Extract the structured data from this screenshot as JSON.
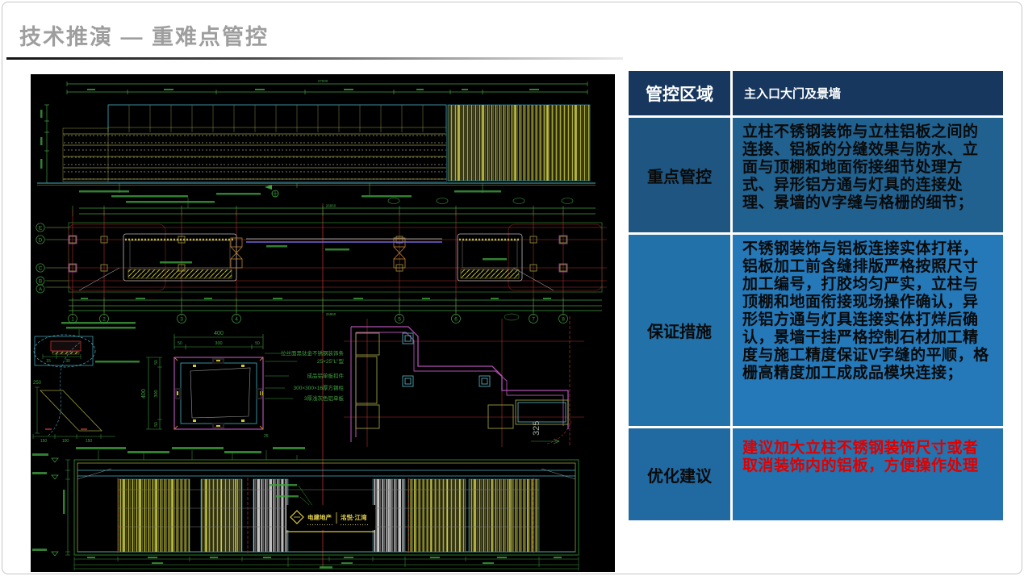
{
  "slide": {
    "title": "技术推演 —  重难点管控"
  },
  "table": {
    "header": {
      "label": "管控区域",
      "value": "主入口大门及景墙"
    },
    "rows": [
      {
        "label": "重点管控",
        "text": "立柱不锈钢装饰与立柱铝板之间的连接、铝板的分缝效果与防水、立面与顶棚和地面衔接细节处理方式、异形铝方通与灯具的连接处理、景墙的V字缝与格栅的细节；"
      },
      {
        "label": "保证措施",
        "text": "不锈钢装饰与铝板连接实体打样，铝板加工前含缝排版严格按照尺寸加工编号，打胶均匀严实，立柱与顶棚和地面衔接现场操作确认，异形铝方通与灯具连接实体打烊后确认，景墙干挂严格控制石材加工精度与施工精度保证V字缝的平顺，格栅高精度加工成成品模块连接；"
      },
      {
        "label": "优化建议",
        "text": "建议加大立柱不锈钢装饰尺寸或者取消装饰内的铝板，方便操作处理",
        "highlight_color": "#e00000"
      }
    ],
    "colors": {
      "header_bg": "#17375e",
      "band_dark": "#20618f",
      "band_light": "#2579b9",
      "band_last": "#2273af",
      "grid": "#ffffff"
    }
  },
  "cad": {
    "plan": {
      "row_labels": [
        "E",
        "D",
        "C",
        "B",
        "A"
      ],
      "col_labels": [
        "1",
        "2",
        "3",
        "4",
        "5",
        "6",
        "7",
        "8"
      ]
    },
    "dims": {
      "top_total": "27000",
      "plan_total": "26860"
    },
    "column_detail": {
      "dim_total": "400",
      "dim_side": "50",
      "dim_mid": "300",
      "dim_corner": "25",
      "notes": [
        "拉丝面黑钛金不锈钢装饰条",
        "25×25\"L\"型",
        "成品铝单板扣件",
        "300×300×16厚方钢柱",
        "3厚浅灰色铝单板"
      ]
    },
    "left_detail": {
      "dims": [
        "15",
        "30",
        "250",
        "150",
        "100",
        "150"
      ]
    },
    "step_detail": {
      "dim": "325"
    },
    "gate_sign": {
      "brand": "电建地产",
      "project": "洺悦·江湾"
    }
  }
}
